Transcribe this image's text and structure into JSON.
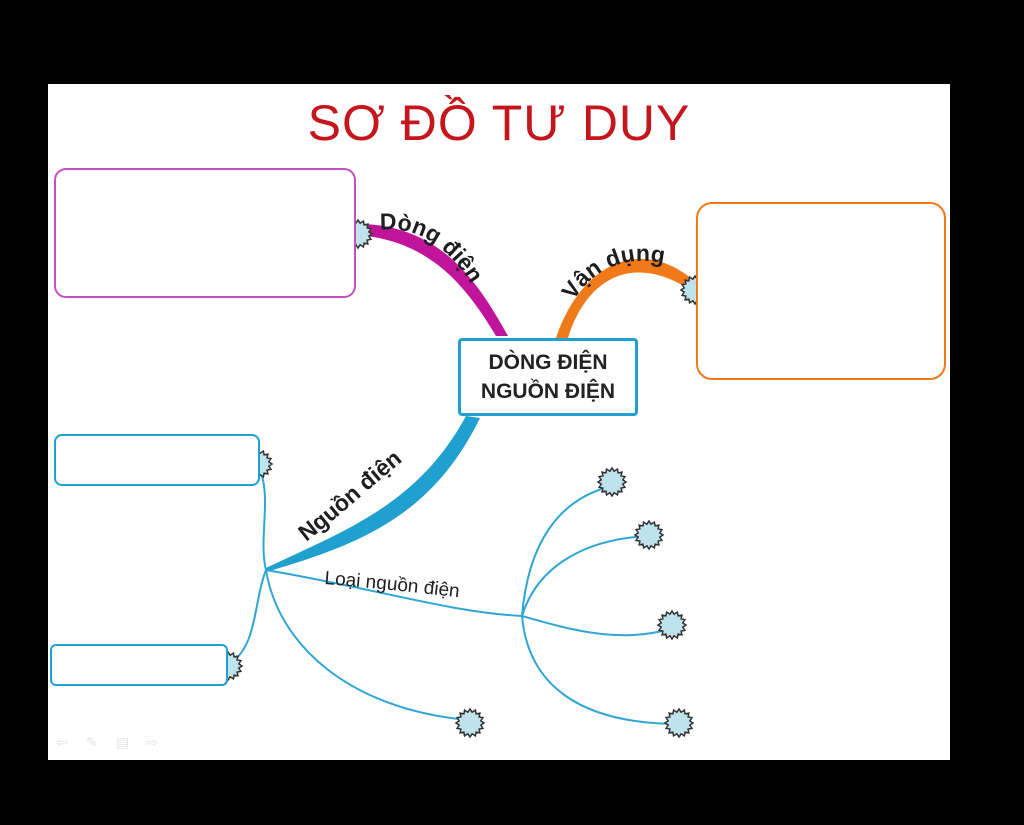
{
  "slide": {
    "title": "SƠ ĐỒ TƯ DUY",
    "title_color": "#c4161c"
  },
  "central_topic": {
    "line1": "DÒNG ĐIỆN",
    "line2": "NGUỒN ĐIỆN",
    "border_color": "#1fa0cf"
  },
  "branches": [
    {
      "label": "Dòng điện",
      "color": "#c0149a"
    },
    {
      "label": "Vận dụng",
      "color": "#f07a1a"
    },
    {
      "label": "Nguồn điện",
      "color": "#1fa0cf"
    }
  ],
  "sub_branch": {
    "label": "Loại nguồn điện"
  },
  "node_fill": "#bfe3ec",
  "empty_box_colors": {
    "dong_dien": "#c64fc0",
    "van_dung": "#f07a1a",
    "nguon_dien": "#1fa0cf"
  },
  "toolbar": {
    "icons": [
      "back-icon",
      "pen-icon",
      "menu-icon",
      "forward-icon"
    ]
  }
}
